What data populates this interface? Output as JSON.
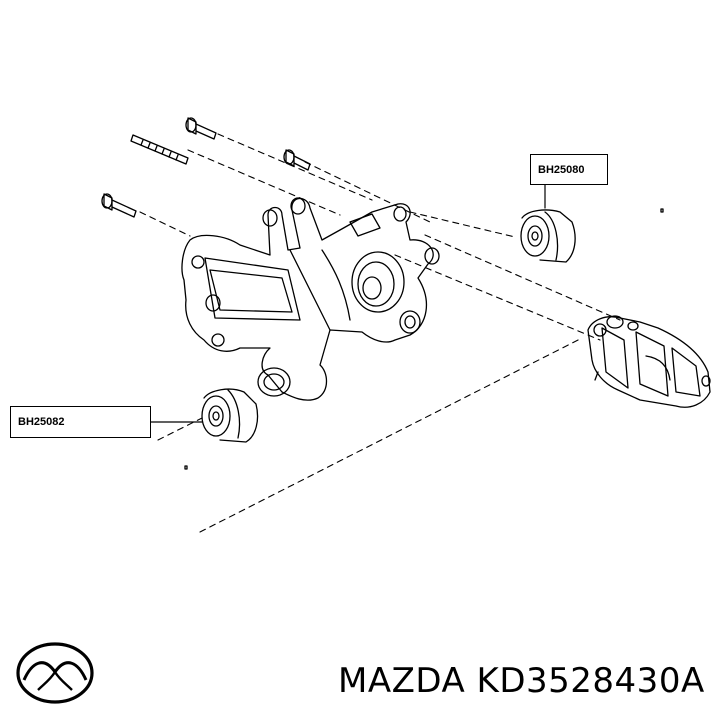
{
  "labels": {
    "top_part": "BH25080",
    "left_part": "BH25082"
  },
  "caption": {
    "brand": "MAZDA",
    "part_number": "KD3528430A"
  },
  "colors": {
    "line": "#000000",
    "background": "#ffffff"
  },
  "icons": {
    "logo": "mazda-logo"
  }
}
